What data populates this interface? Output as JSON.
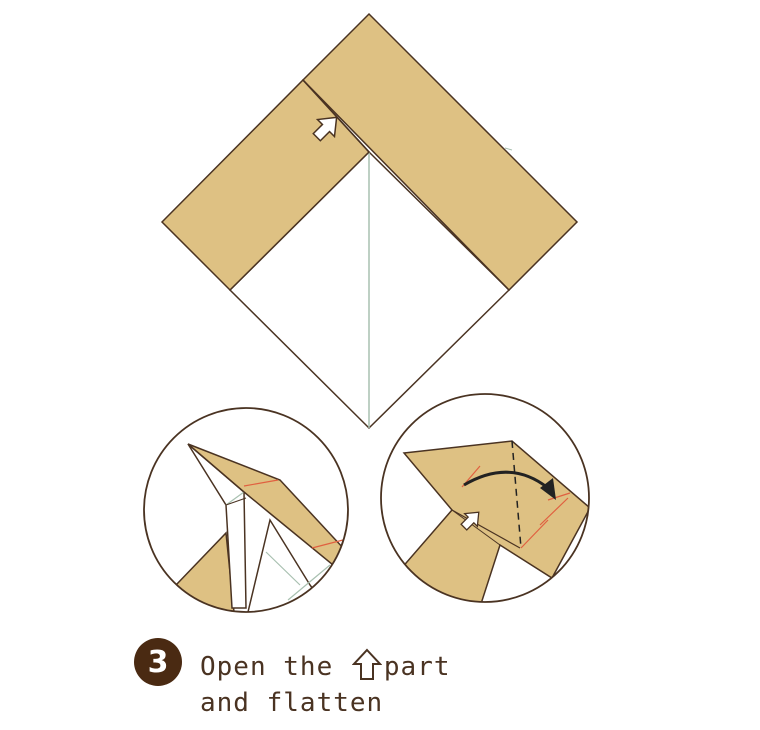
{
  "step": {
    "number": "3"
  },
  "caption": {
    "part1": "Open the",
    "part2": "part",
    "line2": "and flatten"
  },
  "icons": {
    "inline": "up-outline-arrow-icon"
  },
  "colors": {
    "paper_colored": "#dec183",
    "paper_white": "#ffffff",
    "outline": "#4a3322",
    "crease": "#a8c0b0",
    "guide_red": "#e06040",
    "badge": "#4a2a12",
    "text": "#4a3322"
  }
}
